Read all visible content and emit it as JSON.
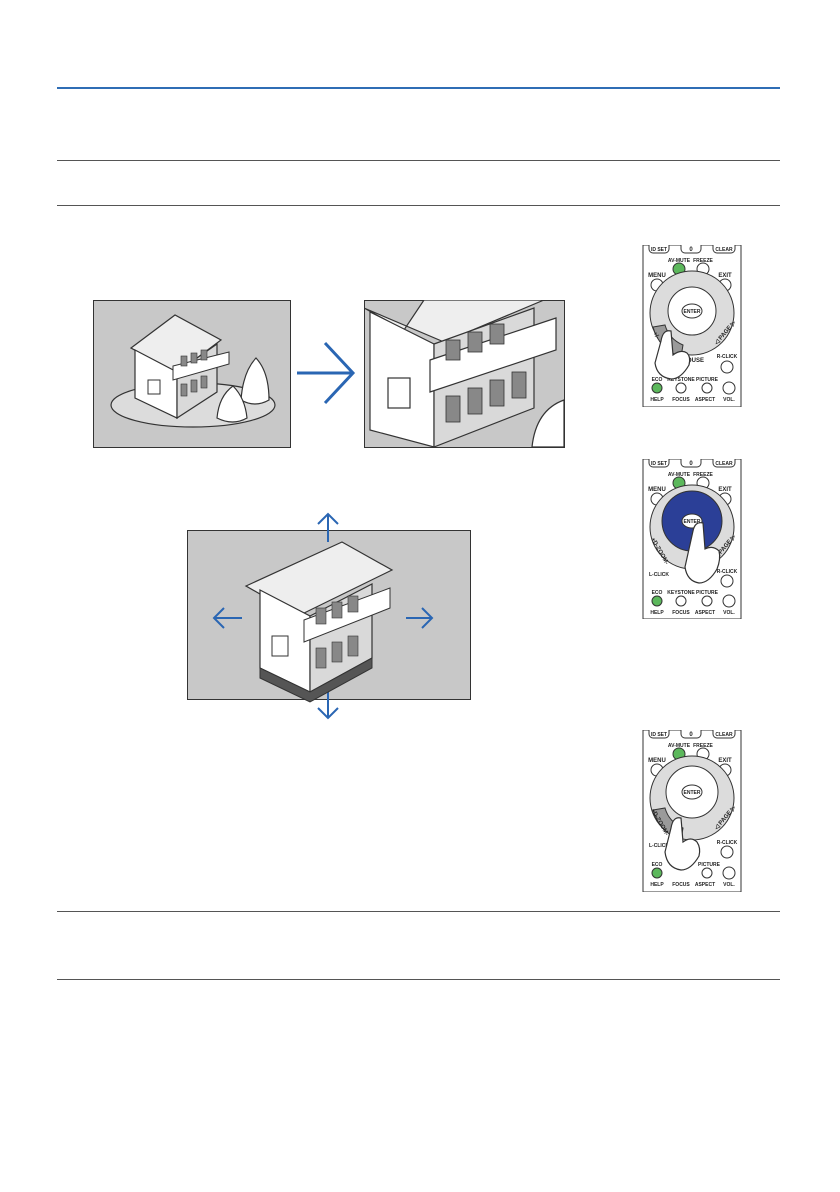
{
  "colors": {
    "top_rule": "#2f6db5",
    "rule": "#555555",
    "accent_blue": "#2a66b3",
    "screen_fill": "#c8c8c8",
    "zoom_ring": "#2b3f97",
    "button_green": "#5cb85c"
  },
  "figures": {
    "zoom_before": {},
    "zoom_after": {},
    "pan_screen": {}
  },
  "remotes": [
    {
      "top_labels": [
        "ID SET",
        "0",
        "CLEAR"
      ],
      "labels": {
        "av_mute": "AV-MUTE",
        "freeze": "FREEZE",
        "menu": "MENU",
        "exit": "EXIT",
        "enter": "ENTER",
        "left_arc": "+/-",
        "right_arc": "◁ PAGE ▷",
        "mouse": "MOUSE",
        "r_click": "R-CLICK",
        "eco": "ECO",
        "keystone": "KEYSTONE",
        "picture": "PICTURE",
        "help": "HELP",
        "focus": "FOCUS",
        "aspect": "ASPECT",
        "vol": "VOL."
      }
    },
    {
      "top_labels": [
        "ID SET",
        "0",
        "CLEAR"
      ],
      "labels": {
        "av_mute": "AV-MUTE",
        "freeze": "FREEZE",
        "menu": "MENU",
        "exit": "EXIT",
        "enter": "ENTER",
        "left_arc": "+D-ZOOM-",
        "right_arc": "◁ PAGE ▷",
        "l_click": "L-CLICK",
        "r_click": "R-CLICK",
        "eco": "ECO",
        "keystone": "KEYSTONE",
        "picture": "PICTURE",
        "help": "HELP",
        "focus": "FOCUS",
        "aspect": "ASPECT",
        "vol": "VOL."
      }
    },
    {
      "top_labels": [
        "ID SET",
        "0",
        "CLEAR"
      ],
      "labels": {
        "av_mute": "AV-MUTE",
        "freeze": "FREEZE",
        "menu": "MENU",
        "exit": "EXIT",
        "enter": "ENTER",
        "left_arc": "+D-ZOOM-",
        "right_arc": "◁ PAGE ▷",
        "l_click": "L-CLICK",
        "r_click": "R-CLICK",
        "eco": "ECO",
        "picture": "PICTURE",
        "help": "HELP",
        "focus": "FOCUS",
        "aspect": "ASPECT",
        "vol": "VOL."
      }
    }
  ]
}
